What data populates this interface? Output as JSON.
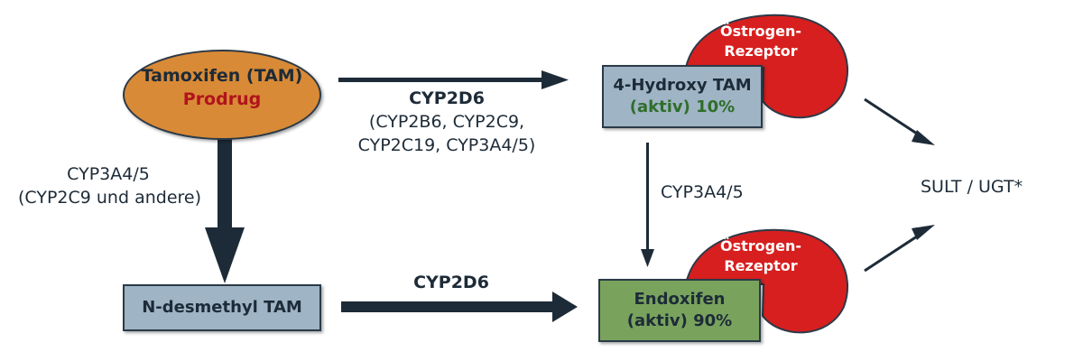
{
  "nodes": {
    "tamoxifen": {
      "name": "Tamoxifen (TAM)",
      "sub": "Prodrug"
    },
    "hydroxy": {
      "name": "4-Hydroxy TAM",
      "sub": "(aktiv) 10%"
    },
    "desmethyl": {
      "name": "N-desmethyl TAM"
    },
    "endoxifen": {
      "name": "Endoxifen",
      "sub": "(aktiv) 90%"
    },
    "receptor_top": {
      "line1": "Östrogen-",
      "line2": "Rezeptor"
    },
    "receptor_bottom": {
      "line1": "Östrogen-",
      "line2": "Rezeptor"
    },
    "sult": "SULT / UGT*"
  },
  "edges": {
    "tam_to_hydroxy": {
      "main": "CYP2D6",
      "l2": "(CYP2B6, CYP2C9,",
      "l3": "CYP2C19, CYP3A4/5)"
    },
    "tam_to_desmethyl": {
      "l1": "CYP3A4/5",
      "l2": "(CYP2C9 und andere)"
    },
    "hydroxy_to_endoxifen": "CYP3A4/5",
    "desmethyl_to_endoxifen": "CYP2D6"
  },
  "colors": {
    "arrow": "#1d2b38",
    "oval": "#d98a36",
    "prodrug_text": "#b0141c",
    "blue_box": "#9fb4c4",
    "green_box": "#79a35d",
    "receptor": "#d71f1f"
  }
}
